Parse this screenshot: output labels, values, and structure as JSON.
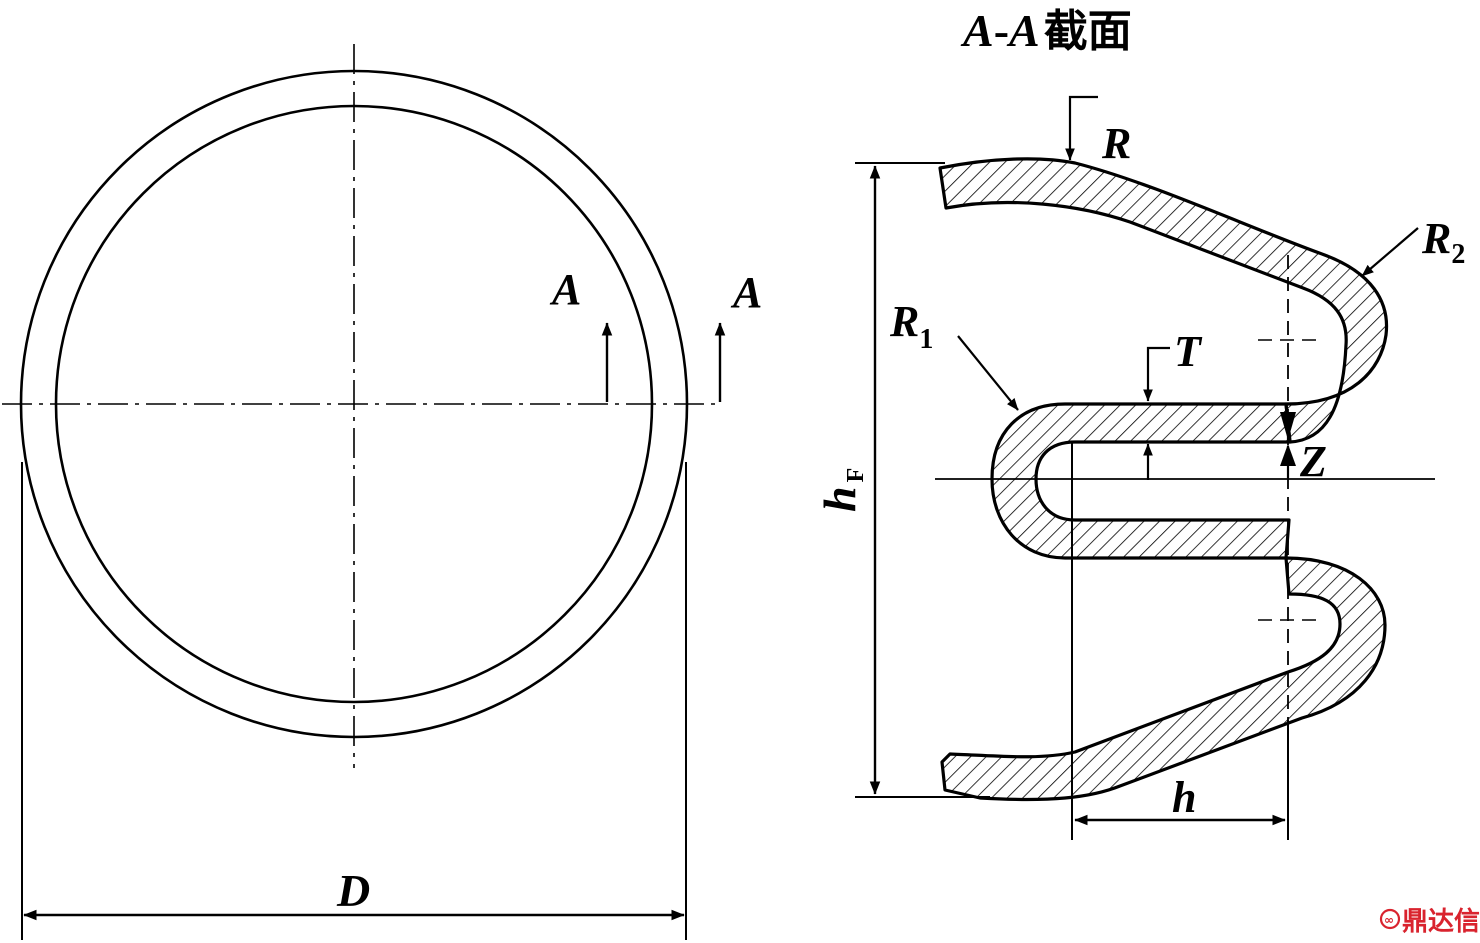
{
  "title": {
    "var_a": "A",
    "dash": "-",
    "var_a2": "A",
    "suffix": "截面"
  },
  "labels": {
    "section_a_left": "A",
    "section_a_right": "A",
    "diameter": "D",
    "height_h": "h",
    "height_f_main": "h",
    "height_f_sub": "F",
    "radius_r": "R",
    "radius_r1_main": "R",
    "radius_r1_sub": "1",
    "radius_r2_main": "R",
    "radius_r2_sub": "2",
    "thickness_t": "T",
    "gap_z": "Z"
  },
  "watermark": {
    "text": "鼎达信"
  },
  "colors": {
    "stroke": "#000000",
    "background": "#ffffff",
    "watermark": "#d9232e"
  }
}
